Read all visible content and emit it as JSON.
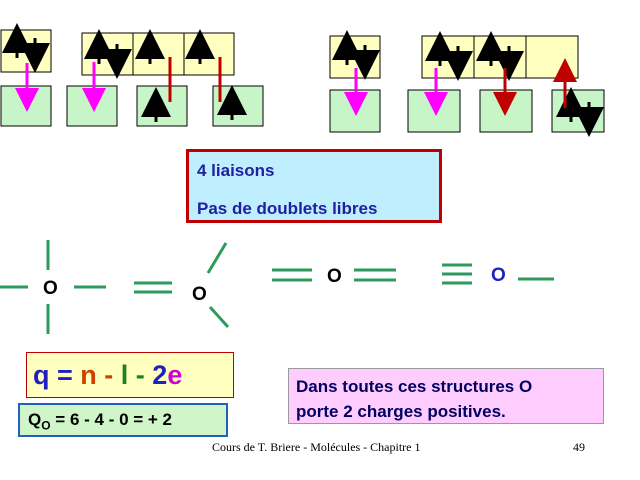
{
  "info_box": {
    "line1": "4 liaisons",
    "line2": "Pas de doublets libres"
  },
  "formula": {
    "q": "q",
    "eq": " = ",
    "n": "n",
    "m1": " - ",
    "l": "l",
    "m2": " - ",
    "two": "2",
    "e": "e"
  },
  "charge_calc": {
    "q_letter": "Q",
    "q_sub": "O",
    "expression": " = 6 - 4 - 0 = + 2"
  },
  "conclusion": {
    "line1": "Dans toutes ces structures O",
    "line2": "porte 2 charges positives."
  },
  "structures": {
    "atom1": "O",
    "atom2": "O",
    "atom3": "O",
    "atom4": "O"
  },
  "footer": {
    "credit": "Cours de T. Briere - Molécules - Chapitre 1",
    "page": "49"
  },
  "colors": {
    "orbital_yellow": "#ffffc0",
    "orbital_green": "#c8f5c8",
    "arrow_magenta": "#ff00ff",
    "arrow_red": "#c00000",
    "bond_green": "#2e9a5c",
    "formula_q": "#2020c0",
    "formula_n": "#d04000",
    "formula_l": "#208020",
    "formula_2": "#2020c0",
    "formula_e": "#d000d0"
  }
}
